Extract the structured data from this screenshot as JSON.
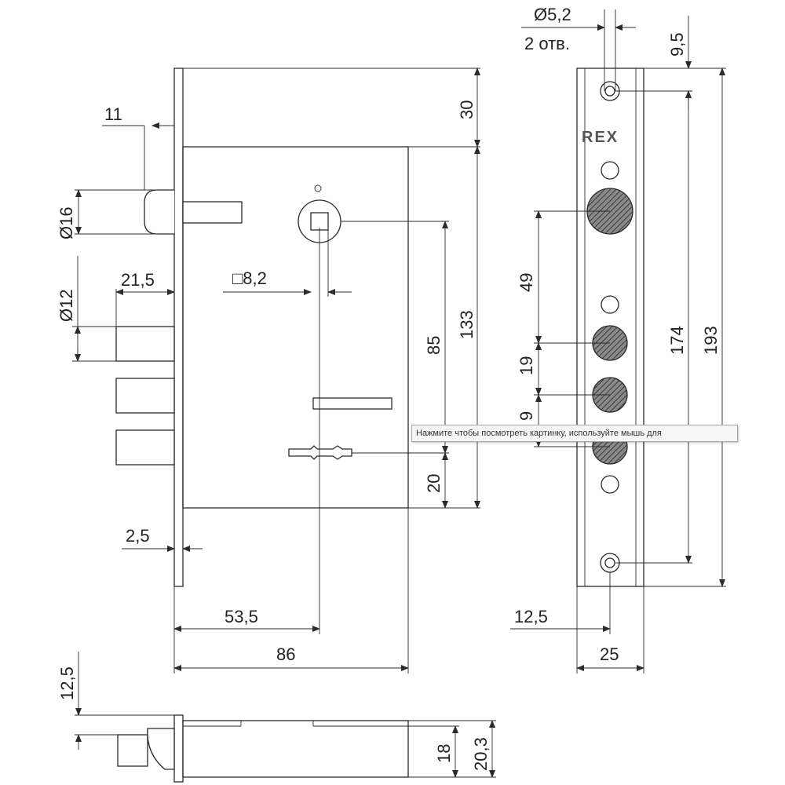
{
  "diagram": {
    "brand": "REX",
    "dimensions": {
      "d11": "11",
      "d16": "Ø16",
      "d12": "Ø12",
      "d21_5": "21,5",
      "d8_2": "□8,2",
      "d30": "30",
      "d85": "85",
      "d133": "133",
      "d20": "20",
      "d2_5": "2,5",
      "d53_5": "53,5",
      "d86": "86",
      "d5_2": "Ø5,2",
      "holes": "2 отв.",
      "d9_5": "9,5",
      "d49": "49",
      "d19": "19",
      "d9": "9",
      "d174": "174",
      "d193": "193",
      "d12_5_plate": "12,5",
      "d25": "25",
      "d12_5_side": "12,5",
      "d18": "18",
      "d20_3": "20,3"
    }
  },
  "tooltip": {
    "text": "Нажмите чтобы посмотреть картинку, используйте мышь для"
  }
}
